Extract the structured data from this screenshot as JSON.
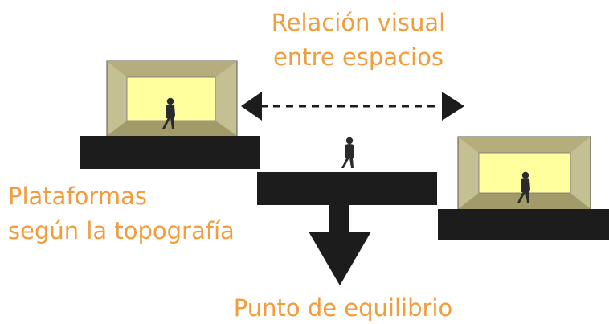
{
  "labels": {
    "relation_line1": "Relación visual",
    "relation_line2": "entre espacios",
    "platforms_line1": "Plataformas",
    "platforms_line2": "según la topografía",
    "balance": "Punto de equilibrio"
  },
  "colors": {
    "text": "#f39c3c",
    "platform": "#1c1c1c",
    "frame": "#a39a6a",
    "frame_inner": "#c5bf94",
    "interior": "#ffff9e",
    "figure": "#2a2a2a"
  }
}
